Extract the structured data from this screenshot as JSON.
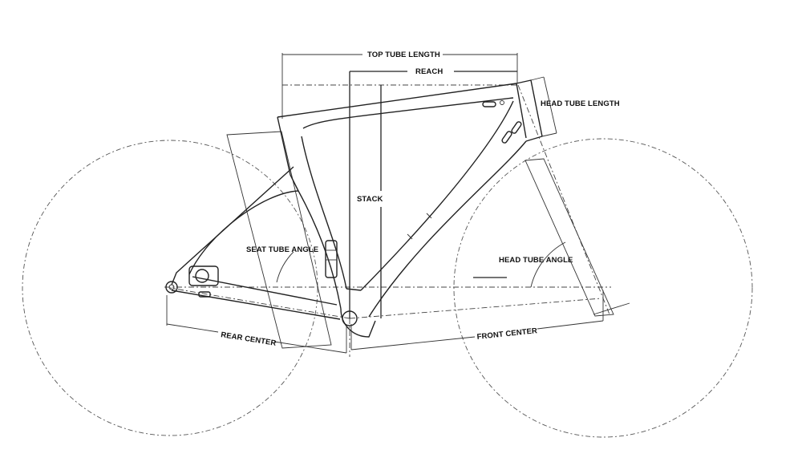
{
  "labels": {
    "top_tube_length": "TOP TUBE LENGTH",
    "reach": "REACH",
    "head_tube_length": "HEAD TUBE LENGTH",
    "stack": "STACK",
    "seat_tube_angle": "SEAT TUBE ANGLE",
    "head_tube_angle": "HEAD TUBE ANGLE",
    "rear_center": "REAR CENTER",
    "front_center": "FRONT CENTER"
  }
}
